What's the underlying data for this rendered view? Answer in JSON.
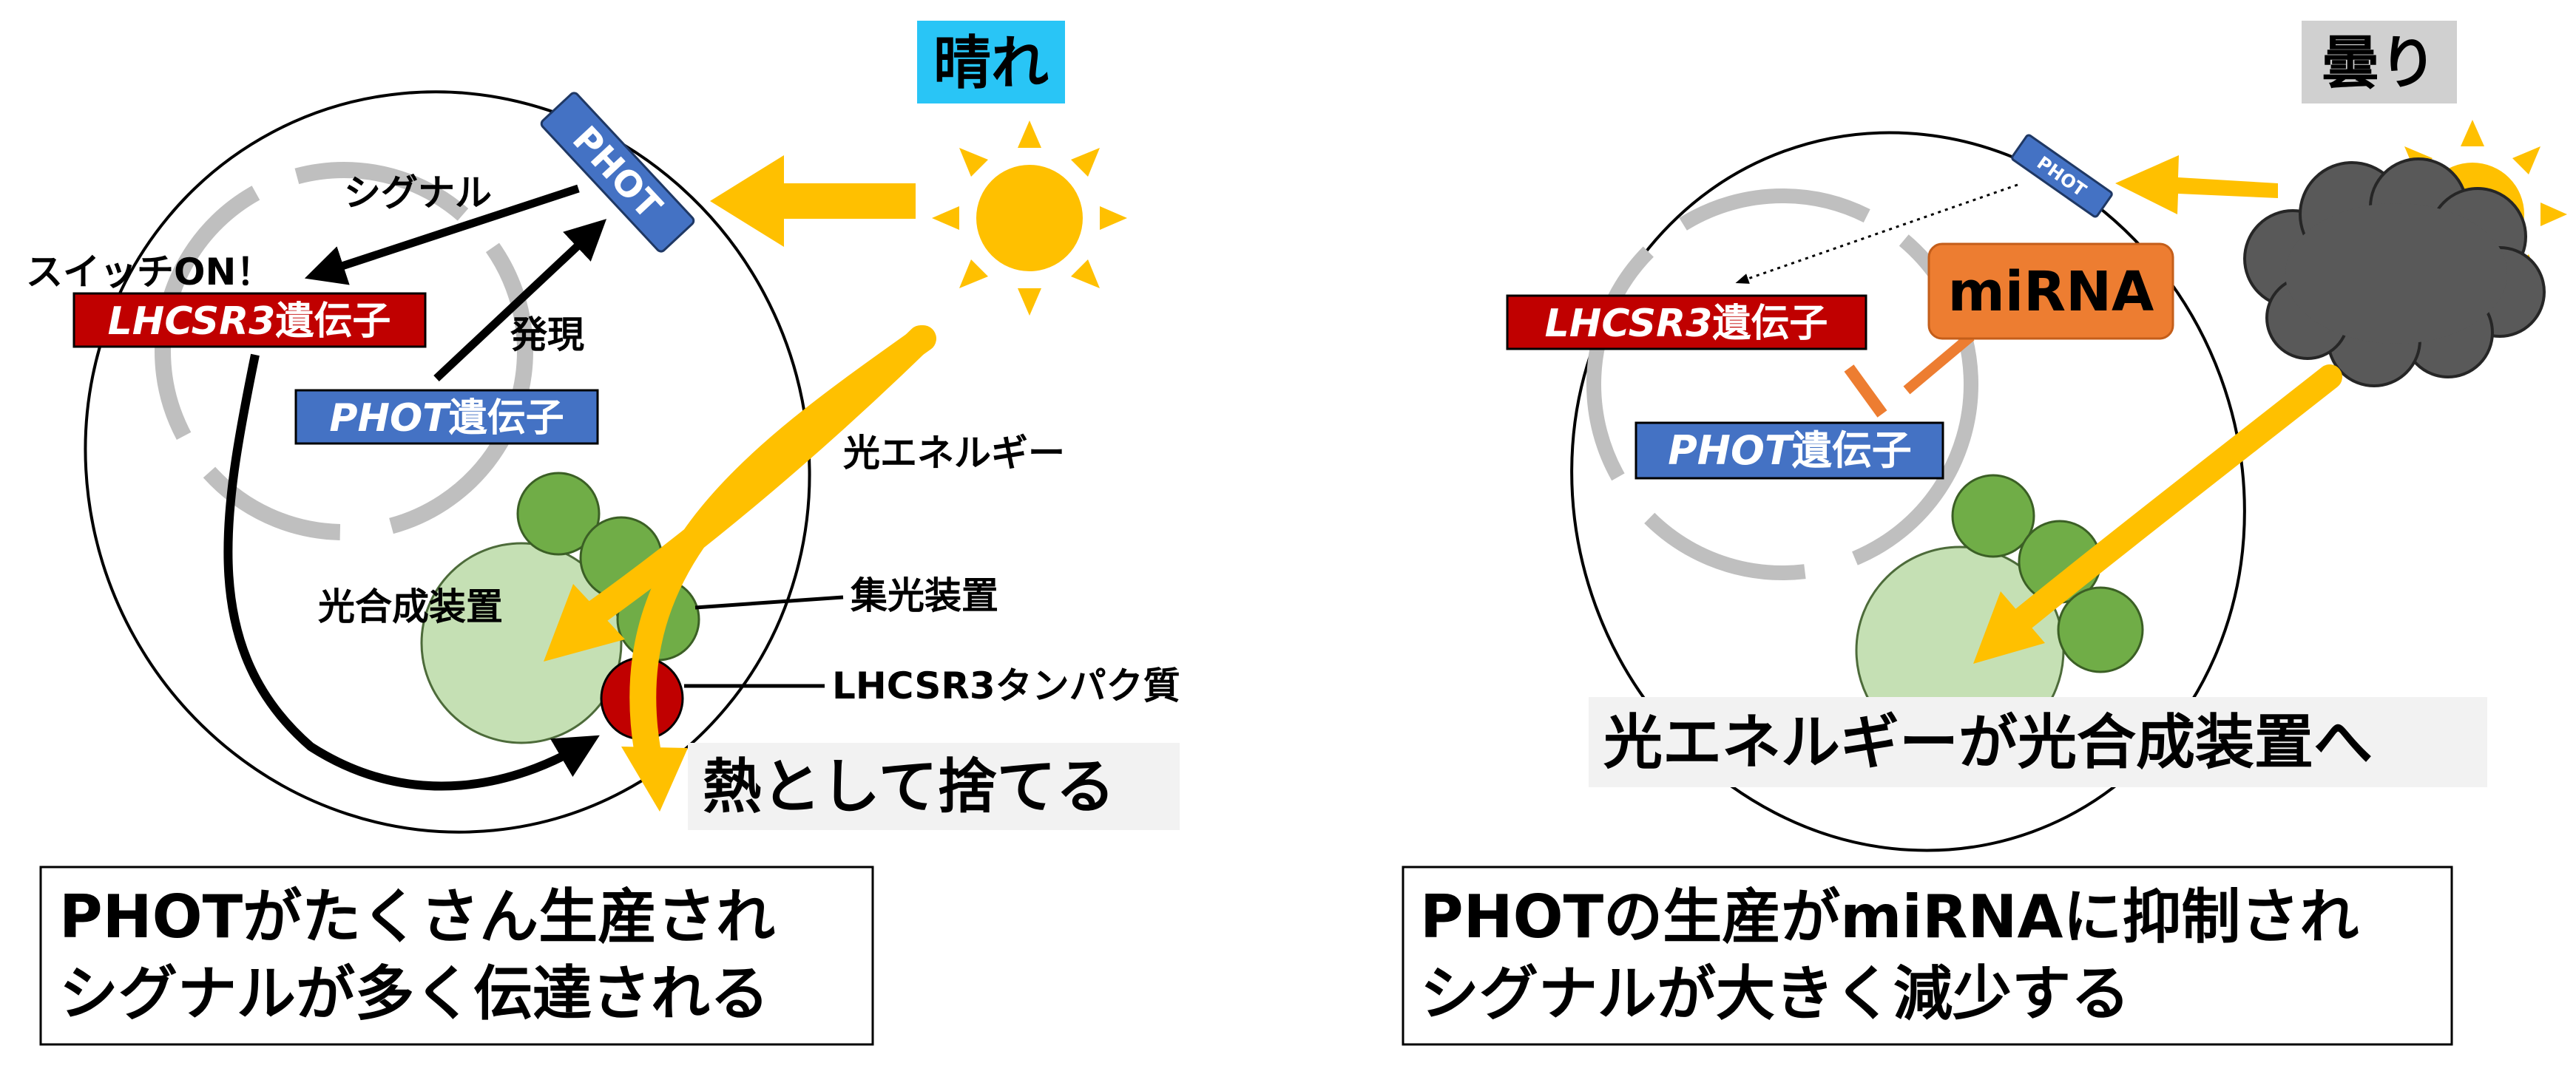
{
  "left_panel": {
    "weather_label": "晴れ",
    "phot_receptor": "PHOT",
    "signal_label": "シグナル",
    "switch_on_label": "スイッチON！",
    "lhcsr3_gene": {
      "italic": "LHCSR3",
      "suffix": "遺伝子"
    },
    "expression_label": "発現",
    "phot_gene": {
      "italic": "PHOT",
      "suffix": "遺伝子"
    },
    "light_energy_label": "光エネルギー",
    "photosynthesis_label": "光合成装置",
    "antenna_label": "集光装置",
    "lhcsr3_protein_label": "LHCSR3タンパク質",
    "heat_label": "熱として捨てる",
    "caption_lines": [
      "PHOTがたくさん生産され",
      "シグナルが多く伝達される"
    ]
  },
  "right_panel": {
    "weather_label": "曇り",
    "phot_receptor": "PHOT",
    "mirna_label": "miRNA",
    "lhcsr3_gene": {
      "italic": "LHCSR3",
      "suffix": "遺伝子"
    },
    "phot_gene": {
      "italic": "PHOT",
      "suffix": "遺伝子"
    },
    "energy_to_photosynthesis_label": "光エネルギーが光合成装置へ",
    "caption_lines": [
      "PHOTの生産がmiRNAに抑制され",
      "シグナルが大きく減少する"
    ]
  },
  "colors": {
    "sun": "#FFC000",
    "sunny_label_bg": "#29C5F6",
    "cloudy_label_bg": "#D0D0D0",
    "gene_red": "#C00000",
    "gene_blue": "#4472C4",
    "mirna_orange": "#ED7D31",
    "chloroplast_green": "#70AD47",
    "photosystem_light_green": "#C5E0B4",
    "cloud_gray": "#595959"
  }
}
